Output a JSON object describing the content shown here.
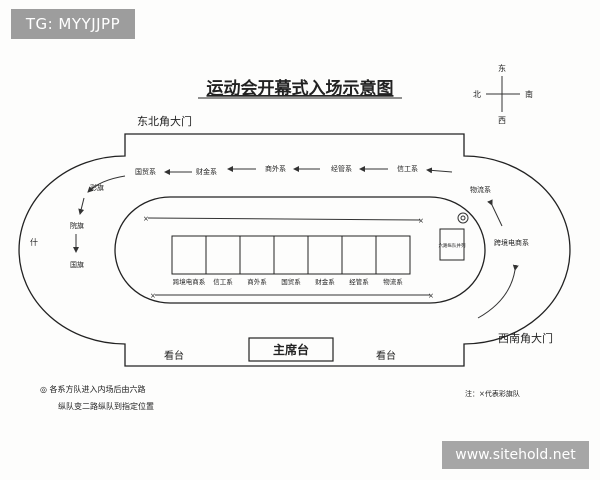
{
  "watermarks": {
    "top_left": "TG: MYYJJPP",
    "bottom_right": "www.sitehold.net"
  },
  "diagram": {
    "title": "运动会开幕式入场示意图",
    "compass": {
      "north": "北",
      "south": "南",
      "east": "东",
      "west": "西"
    },
    "gates": {
      "northeast": "东北角大门",
      "southwest": "西南角大门"
    },
    "top_row": [
      "国贸系",
      "财金系",
      "商外系",
      "经管系",
      "信工系"
    ],
    "left_column": [
      "彩旗",
      "院旗",
      "国旗"
    ],
    "right_column": [
      "物流系",
      "跨境电商系"
    ],
    "inner_row": [
      "跨境电商系",
      "信工系",
      "商外系",
      "国贸系",
      "财金系",
      "经管系",
      "物流系"
    ],
    "six_lane_box": "六路纵队并列",
    "left_edge_mark": "什",
    "stands": {
      "left": "看台",
      "right": "看台"
    },
    "main_stand": "主席台",
    "legend_note": "◎ 各系方队进入内场后由六路纵队变二路纵队到指定位置",
    "note_right": "注：×代表彩旗队"
  }
}
